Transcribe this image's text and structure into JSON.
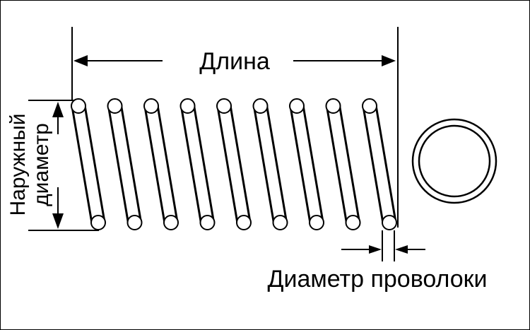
{
  "diagram": {
    "length_label": "Длина",
    "outer_diameter_label_line1": "Наружный",
    "outer_diameter_label_line2": "диаметр",
    "wire_diameter_label": "Диаметр проволоки"
  },
  "colors": {
    "line": "#000000",
    "background": "#ffffff"
  }
}
